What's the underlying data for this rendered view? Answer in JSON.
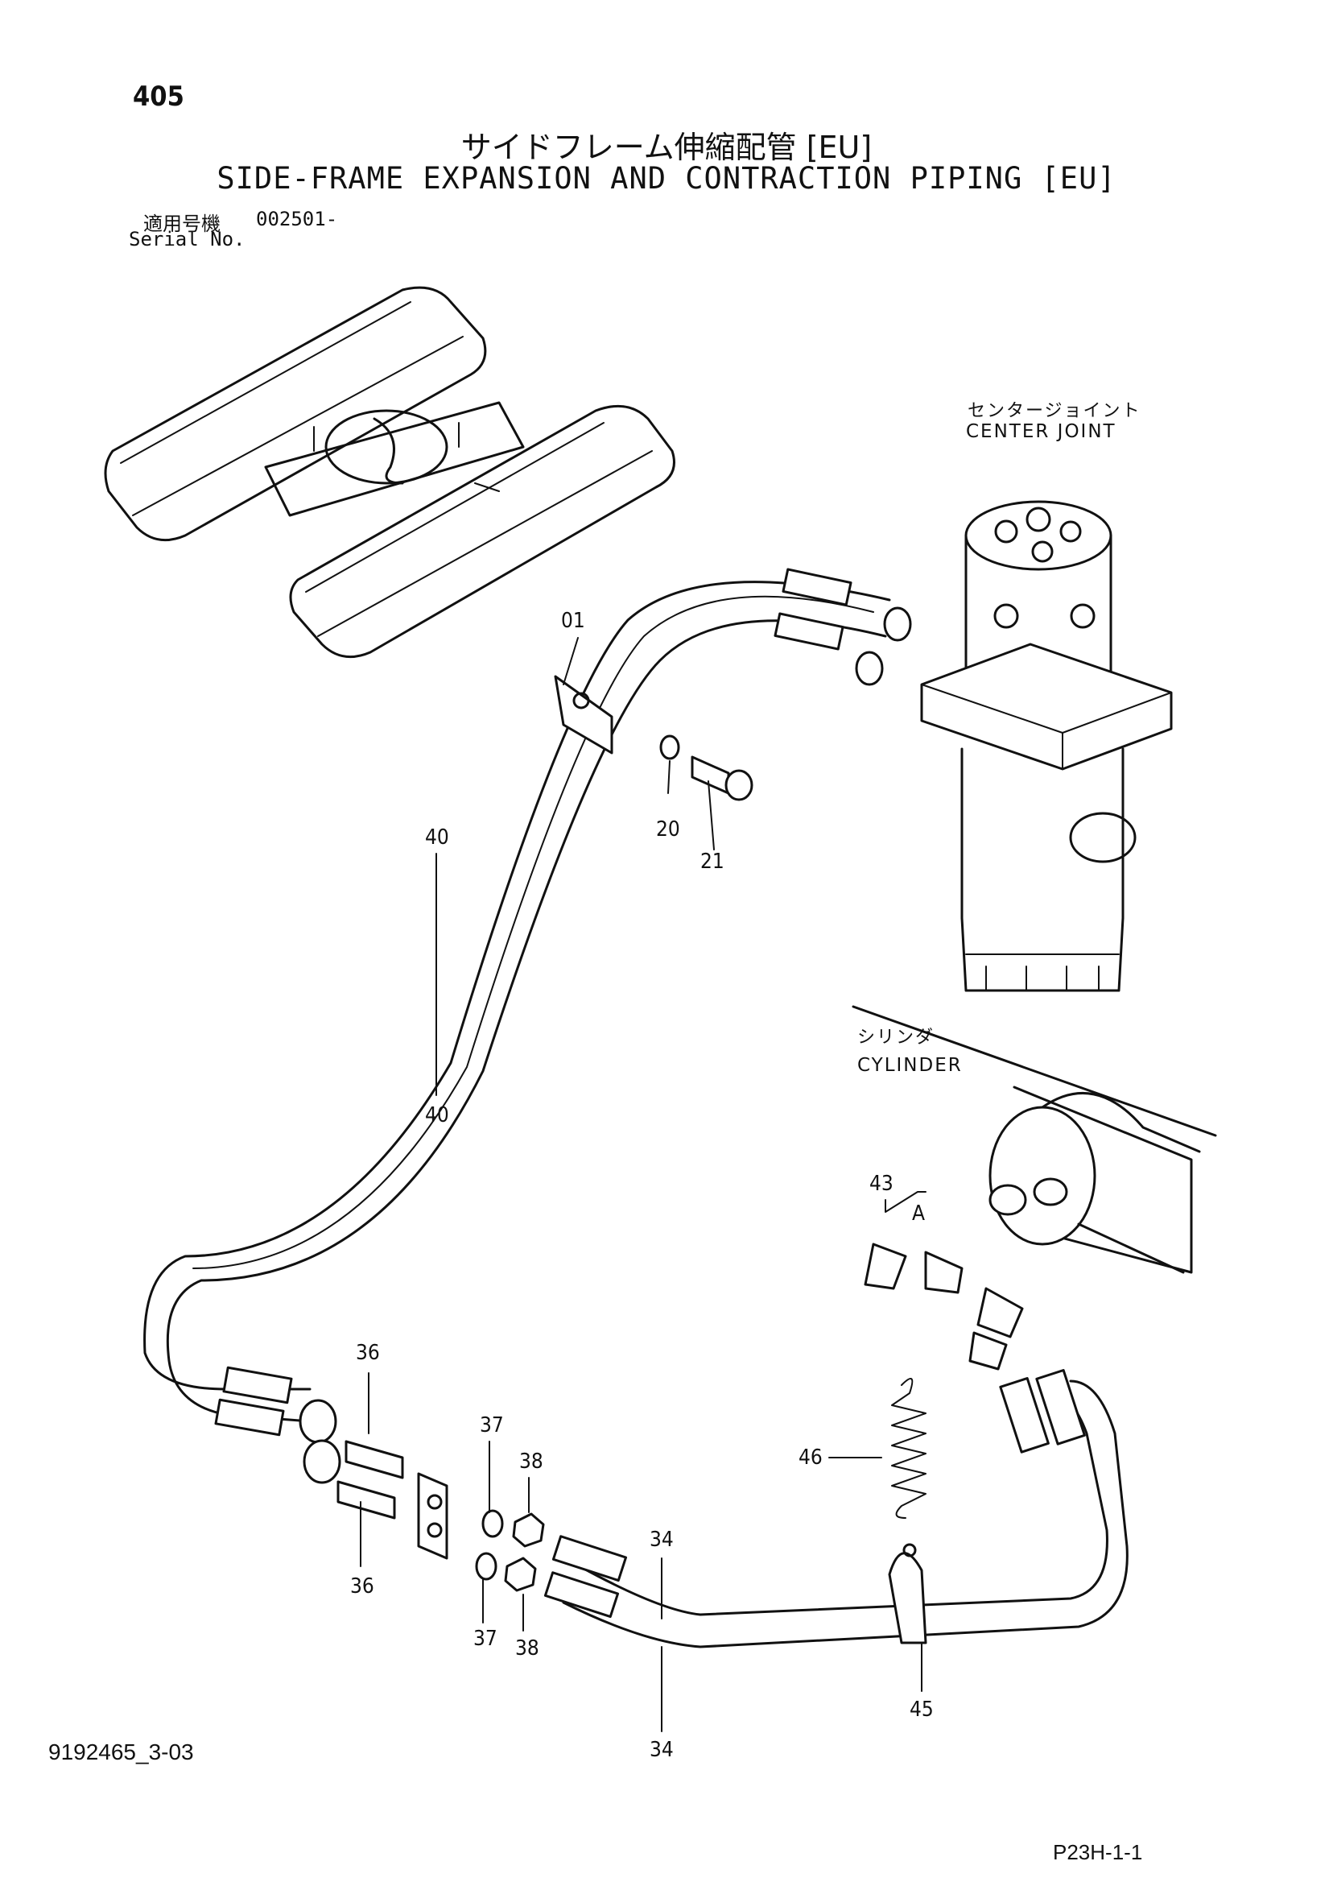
{
  "header": {
    "page_number": "405",
    "title_jp": "サイドフレーム伸縮配管 [EU]",
    "title_en": "SIDE-FRAME EXPANSION AND CONTRACTION PIPING [EU]",
    "serial_label_jp": "適用号機",
    "serial_value": "002501-",
    "serial_label_en": "Serial No."
  },
  "labels": {
    "center_joint_jp": "センタージョイント",
    "center_joint_en": "CENTER JOINT",
    "cylinder_jp": "シリンダ",
    "cylinder_en": "CYLINDER",
    "detail_a": "A"
  },
  "callouts": {
    "c01": "01",
    "c20": "20",
    "c21": "21",
    "c40_top": "40",
    "c40_bottom": "40",
    "c43": "43",
    "c36_top": "36",
    "c36_bottom": "36",
    "c37_top": "37",
    "c37_bottom": "37",
    "c38_top": "38",
    "c38_bottom": "38",
    "c46": "46",
    "c34_top": "34",
    "c34_bottom": "34",
    "c45": "45"
  },
  "footer": {
    "doc_number": "9192465_3-03",
    "page_code": "P23H-1-1"
  }
}
